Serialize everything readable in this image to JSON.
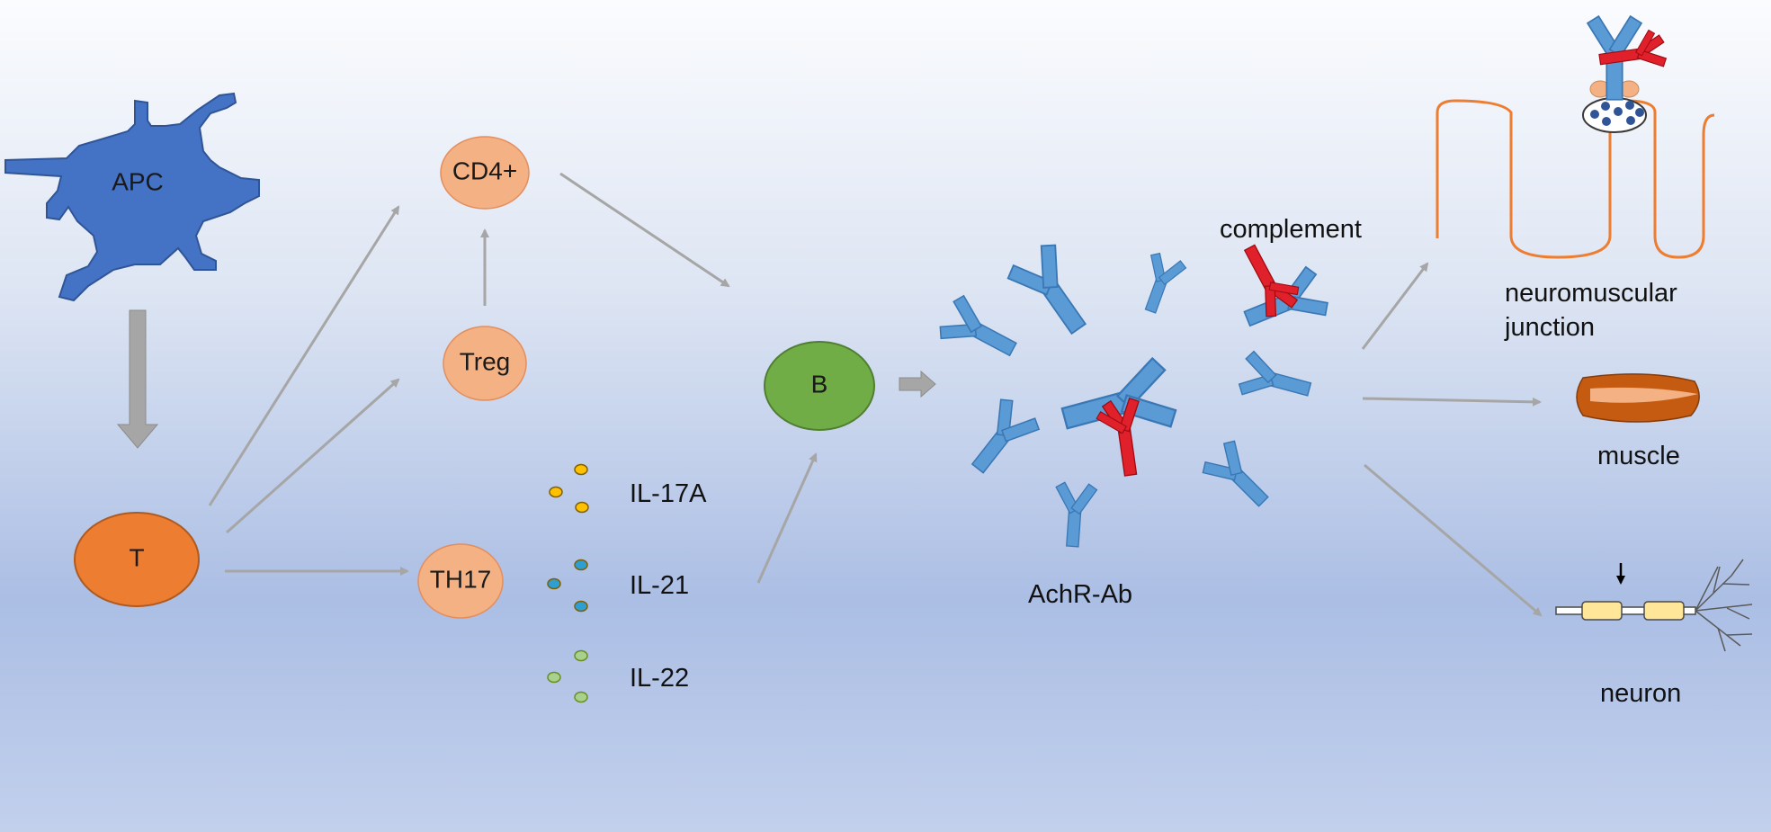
{
  "cells": {
    "apc": "APC",
    "t": "T",
    "cd4": "CD4+",
    "treg": "Treg",
    "th17": "TH17",
    "b": "B"
  },
  "cytokines": {
    "il17a": "IL-17A",
    "il21": "IL-21",
    "il22": "IL-22"
  },
  "labels": {
    "complement": "complement",
    "achr_ab": "AchR-Ab",
    "nmj_line1": "neuromuscular",
    "nmj_line2": "junction",
    "muscle": "muscle",
    "neuron": "neuron"
  },
  "colors": {
    "apc": "#4472c4",
    "t_cell": "#ed7d31",
    "t_subsets": "#f4b183",
    "b_cell": "#70ad47",
    "antibody": "#5b9bd5",
    "complement": "#e0202a",
    "arrow": "#a6a6a6",
    "nmj_membrane": "#ed7d31",
    "muscle": "#c55a11",
    "neuron_node": "#ffe699",
    "il17a_dot": "#ffc000",
    "il21_dot": "#2e9fd3",
    "il22_dot": "#a9d18e"
  }
}
